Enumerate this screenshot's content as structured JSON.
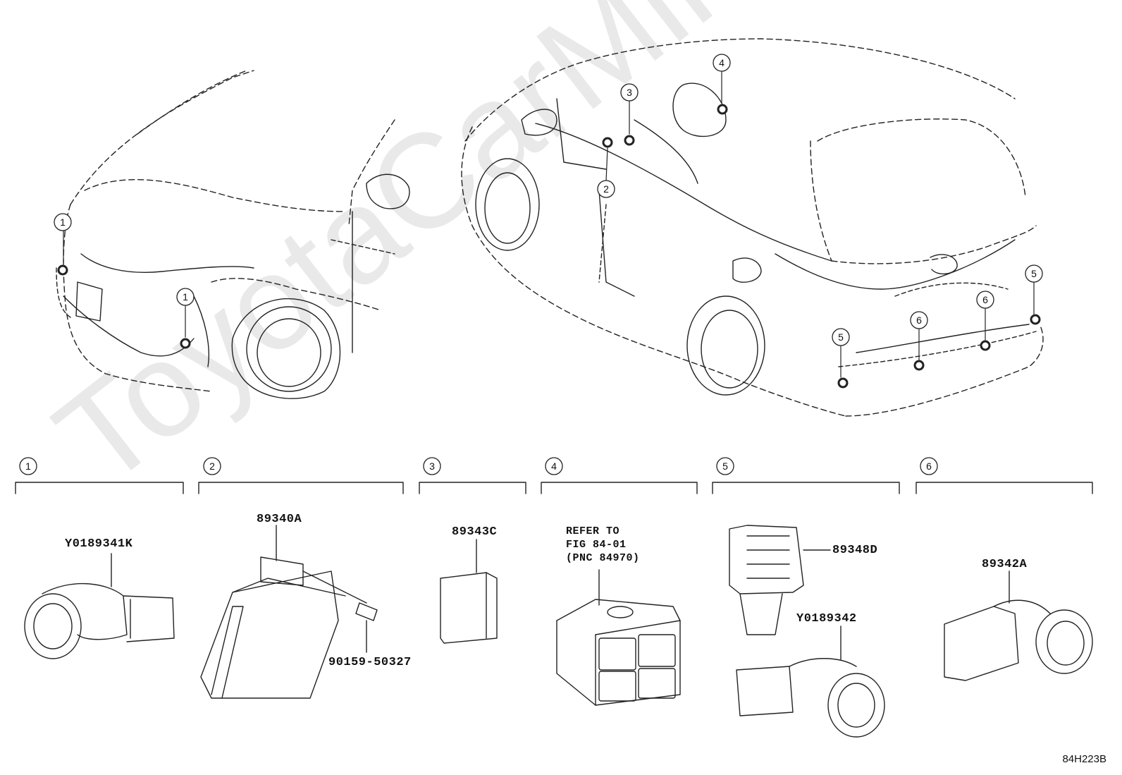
{
  "watermark": "ToyotaCarMine.ru",
  "diagram_code": "84H223B",
  "callout_numbers": [
    "1",
    "2",
    "3",
    "4",
    "5",
    "6"
  ],
  "sections": [
    {
      "number": "1",
      "parts": [
        {
          "pn": "Y0189341K"
        }
      ]
    },
    {
      "number": "2",
      "parts": [
        {
          "pn": "89340A"
        },
        {
          "pn": "90159-50327"
        }
      ]
    },
    {
      "number": "3",
      "parts": [
        {
          "pn": "89343C"
        }
      ]
    },
    {
      "number": "4",
      "parts": [
        {
          "pn": "REFER TO\nFIG 84-01\n(PNC 84970)"
        }
      ]
    },
    {
      "number": "5",
      "parts": [
        {
          "pn": "89348D"
        },
        {
          "pn": "Y0189342"
        }
      ]
    },
    {
      "number": "6",
      "parts": [
        {
          "pn": "89342A"
        }
      ]
    }
  ]
}
